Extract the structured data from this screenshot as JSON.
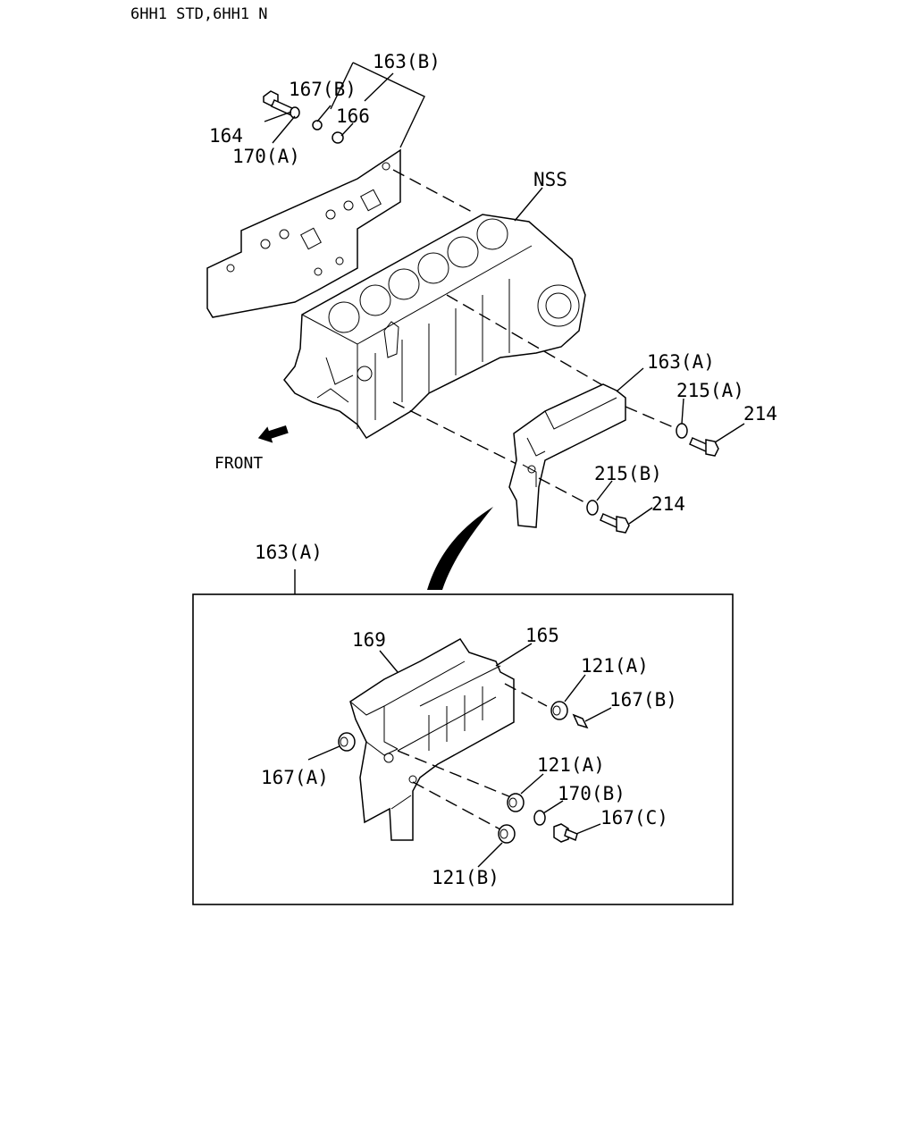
{
  "header": {
    "model": "6HH1 STD,6HH1 N"
  },
  "labels": {
    "l163b": "163(B)",
    "l167b_top": "167(B)",
    "l166": "166",
    "l164": "164",
    "l170a": "170(A)",
    "lnss": "NSS",
    "l163a_top": "163(A)",
    "l215a": "215(A)",
    "l214_top": "214",
    "lfront": "FRONT",
    "l215b": "215(B)",
    "l214_bot": "214",
    "l163a_box": "163(A)",
    "l169": "169",
    "l165": "165",
    "l121a_1": "121(A)",
    "l167b_box": "167(B)",
    "l167a": "167(A)",
    "l121a_2": "121(A)",
    "l170b": "170(B)",
    "l167c": "167(C)",
    "l121b": "121(B)"
  }
}
